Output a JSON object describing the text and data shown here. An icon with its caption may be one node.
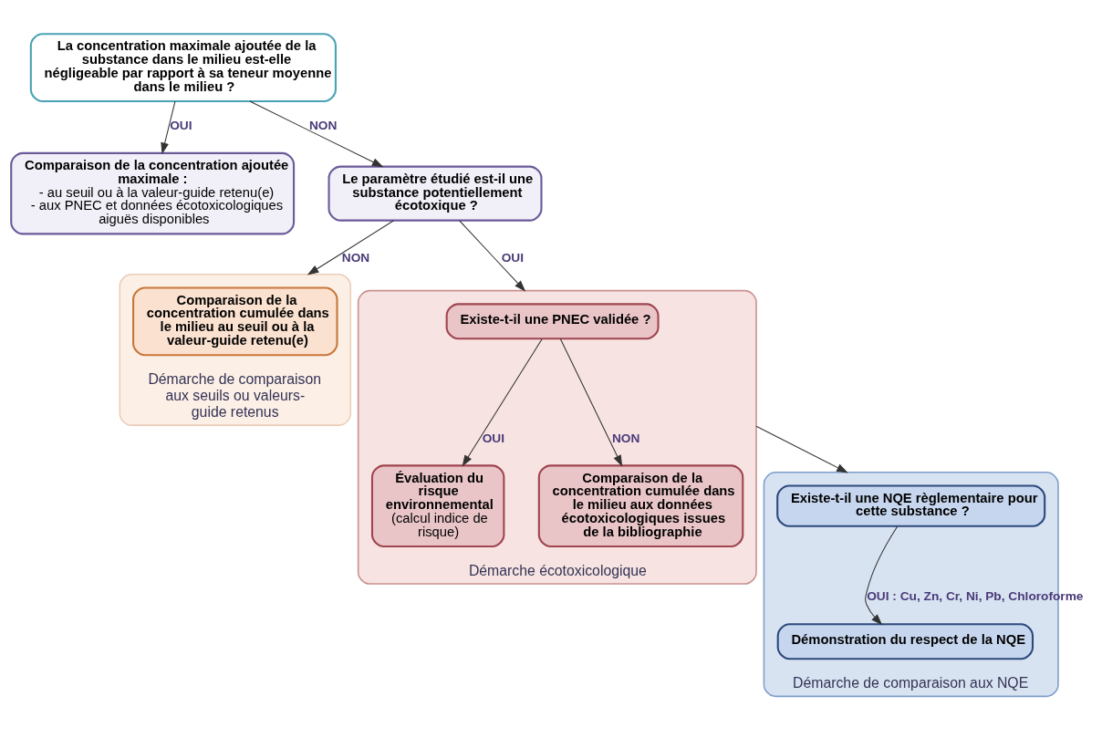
{
  "diagram": {
    "nodes": [
      {
        "text": [
          "La concentration maximale ajoutée de la substance dans le milieu est-elle négligeable par rapport à sa teneur moyenne dans le milieu ?"
        ]
      },
      {
        "text": [
          "Comparaison de la concentration ajoutée maximale :",
          "- au seuil ou à la valeur-guide retenu(e)",
          "- aux PNEC et données écotoxicologiques aiguës disponibles"
        ]
      },
      {
        "text": [
          "Le paramètre étudié est-il une substance potentiellement écotoxique ?"
        ]
      },
      {
        "text": [
          "Démarche de comparaison aux seuils ou valeurs-guide retenus"
        ]
      },
      {
        "text": [
          "Comparaison de la concentration cumulée dans le milieu au seuil ou à la valeur-guide retenu(e)"
        ],
        "in": 3
      },
      {
        "text": [
          "Démarche écotoxicologique"
        ]
      },
      {
        "text": [
          "Existe-t-il une PNEC validée ?"
        ],
        "in": 5
      },
      {
        "text": [
          "Évaluation du risque environnemental",
          "(calcul indice de risque)"
        ],
        "in": 5
      },
      {
        "text": [
          "Comparaison de la concentration cumulée dans le milieu aux données écotoxicologiques issues de la bibliographie"
        ],
        "in": 5
      },
      {
        "text": [
          "Démarche de comparaison aux NQE"
        ]
      },
      {
        "text": [
          "Existe-t-il une NQE règlementaire pour cette substance ?"
        ],
        "in": 9
      },
      {
        "text": [
          "Démonstration du respect de la NQE"
        ],
        "in": 9
      }
    ],
    "edges": [
      {
        "from": 0,
        "to": 1,
        "arrow": "to",
        "label": "OUI"
      },
      {
        "from": 0,
        "to": 2,
        "arrow": "to",
        "label": "NON"
      },
      {
        "from": 2,
        "to": 3,
        "arrow": "to",
        "label": "NON"
      },
      {
        "from": 2,
        "to": 5,
        "arrow": "to",
        "label": "OUI"
      },
      {
        "from": 6,
        "to": 7,
        "arrow": "to",
        "label": "OUI"
      },
      {
        "from": 6,
        "to": 8,
        "arrow": "to",
        "label": "NON"
      },
      {
        "from": 5,
        "to": 9,
        "arrow": "to"
      },
      {
        "from": 10,
        "to": 11,
        "arrow": "to",
        "label": "OUI : Cu, Zn, Cr, Ni, Pb, Chloroforme"
      }
    ]
  }
}
